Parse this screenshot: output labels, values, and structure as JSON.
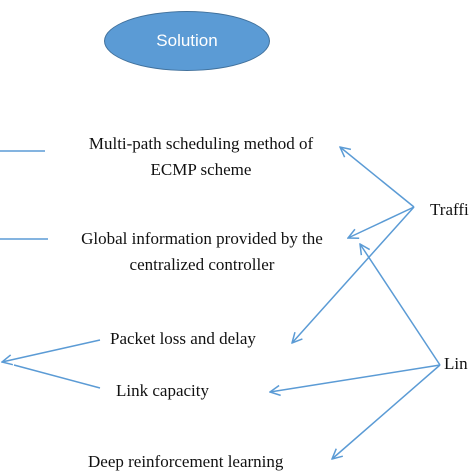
{
  "solution_label": "Solution",
  "methods": {
    "ecmp": {
      "line1": "Multi-path scheduling method of",
      "line2": "ECMP scheme"
    },
    "global": {
      "line1": "Global information provided by the",
      "line2": "centralized controller"
    },
    "packet_loss": "Packet loss and delay",
    "link_capacity": "Link capacity",
    "drl": "Deep reinforcement learning"
  },
  "problems": {
    "traffic": "Traffi",
    "link": "Lin"
  },
  "colors": {
    "oval_fill": "#5b9bd5",
    "oval_border": "#41719c",
    "arrow": "#5b9bd5",
    "text": "#111111"
  }
}
